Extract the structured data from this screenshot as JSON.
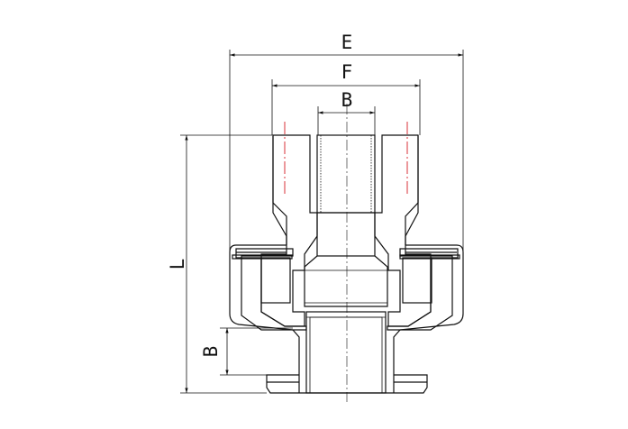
{
  "dimensions": {
    "outer_diameter": "E",
    "flange_diameter": "F",
    "bore_top": "B",
    "overall_length": "L",
    "spline_length": "B"
  },
  "colors": {
    "ink": "#111111",
    "centre_line": "#d8323a",
    "background": "#ffffff"
  }
}
